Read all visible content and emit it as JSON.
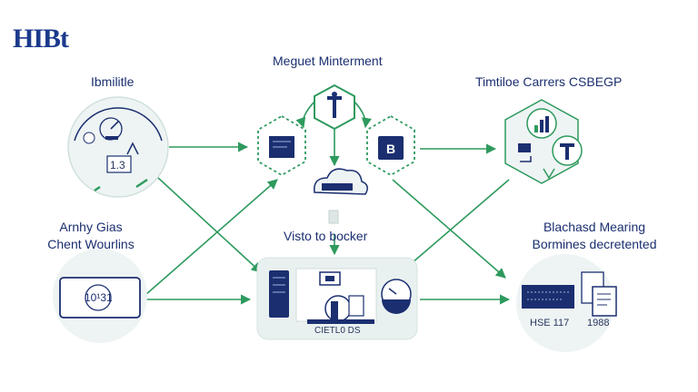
{
  "logo": "HIBt",
  "nodes": {
    "top_center": {
      "title": "Meguet Minterment"
    },
    "top_left": {
      "title": "Ibmilitle",
      "value": "1.3"
    },
    "top_right": {
      "title": "Timtiloe Carrers CSBEGP"
    },
    "mid_left": {
      "title_line1": "Arnhy Gias",
      "title_line2": "Chent Wourlins",
      "value": "10¹31"
    },
    "center": {
      "title": "Visto to bocker",
      "caption": "CIETL0 DS"
    },
    "mid_right": {
      "title_line1": "Blachasd Mearing",
      "title_line2": "Bormines decretented",
      "value_a": "HSE 117",
      "value_b": "1988"
    },
    "hex_right": {
      "letter": "B"
    }
  },
  "colors": {
    "navy": "#1b2f70",
    "green": "#2e9a5e",
    "circle_fill": "#eef4f4",
    "box_fill": "#e9f1f0"
  }
}
